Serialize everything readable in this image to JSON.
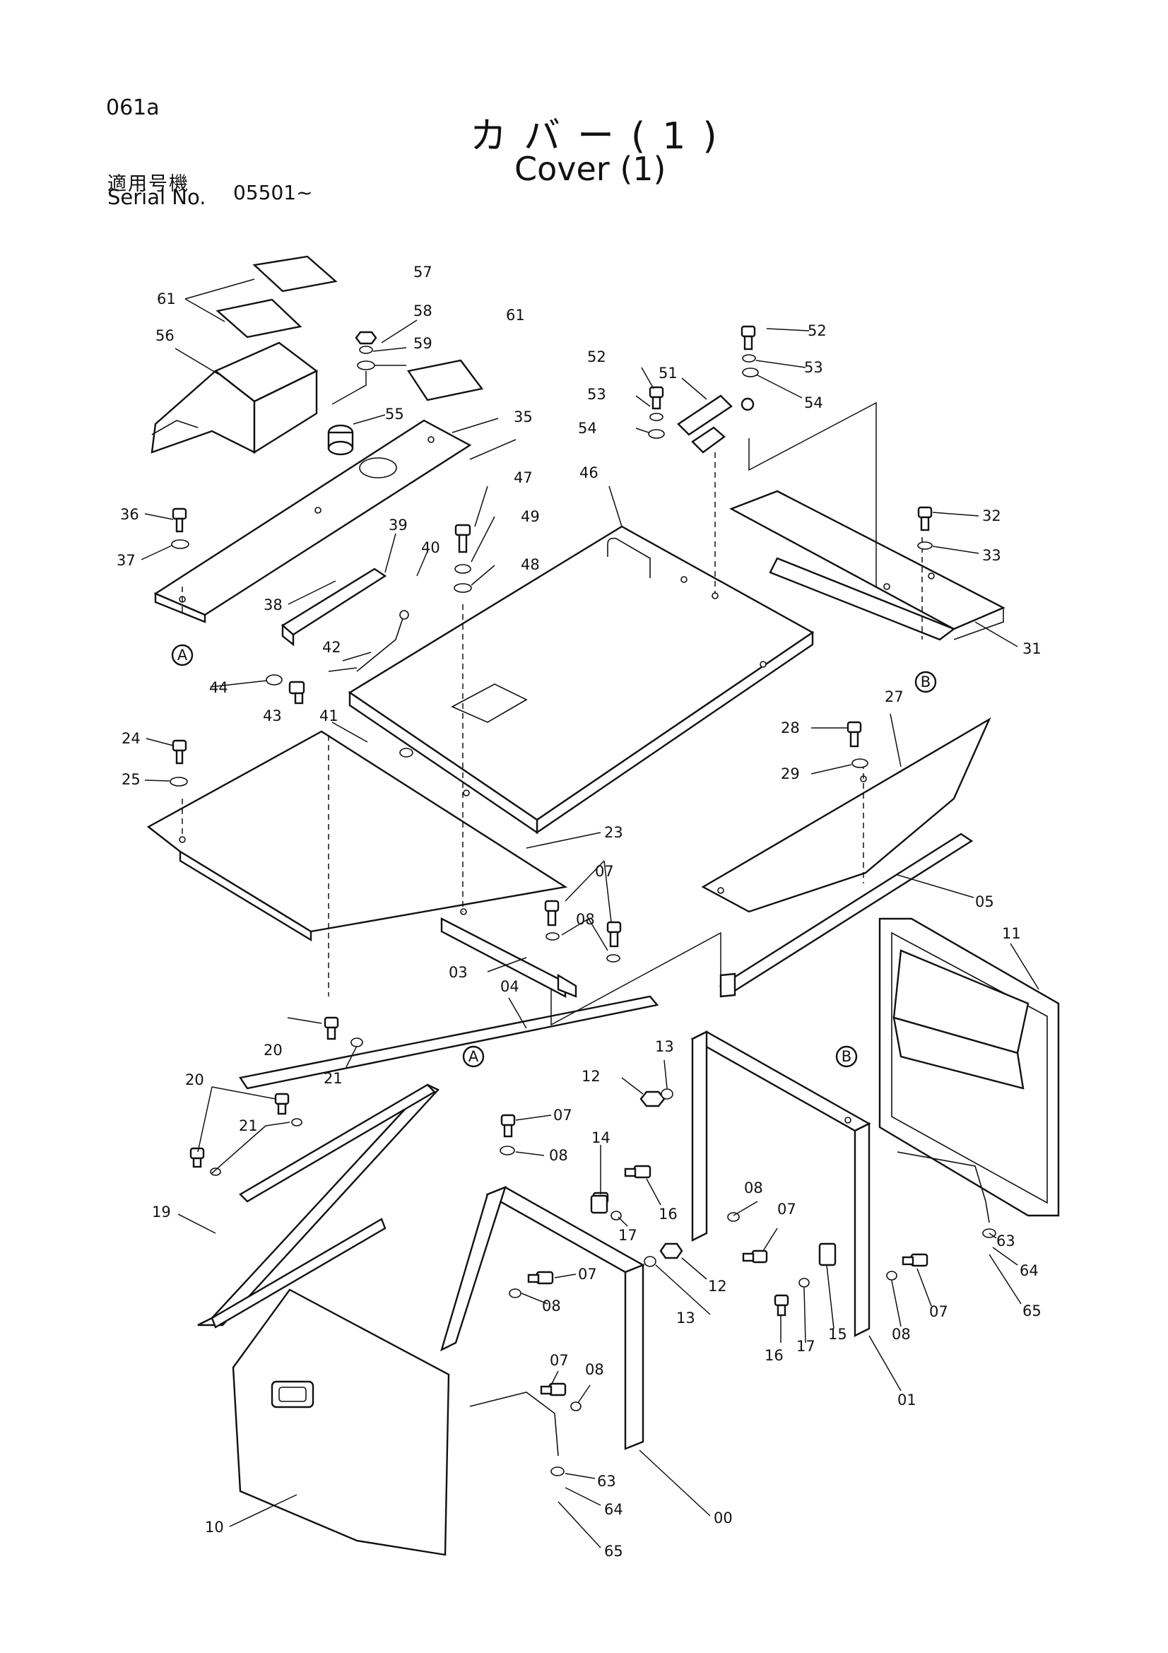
{
  "header": {
    "page_code": "061a",
    "title_jp": "カバー(1)",
    "title_en": "Cover (1)",
    "serial_label_jp": "適用号機",
    "serial_label_en": "Serial No.",
    "serial_value": "05501~"
  },
  "callouts": [
    {
      "id": "c61a",
      "label": "61"
    },
    {
      "id": "c61b",
      "label": "61"
    },
    {
      "id": "c57",
      "label": "57"
    },
    {
      "id": "c58",
      "label": "58"
    },
    {
      "id": "c59",
      "label": "59"
    },
    {
      "id": "c56",
      "label": "56"
    },
    {
      "id": "c55",
      "label": "55"
    },
    {
      "id": "c35",
      "label": "35"
    },
    {
      "id": "c36",
      "label": "36"
    },
    {
      "id": "c37",
      "label": "37"
    },
    {
      "id": "c39",
      "label": "39"
    },
    {
      "id": "c40",
      "label": "40"
    },
    {
      "id": "c38",
      "label": "38"
    },
    {
      "id": "c42",
      "label": "42"
    },
    {
      "id": "c44",
      "label": "44"
    },
    {
      "id": "c43",
      "label": "43"
    },
    {
      "id": "c41",
      "label": "41"
    },
    {
      "id": "c24",
      "label": "24"
    },
    {
      "id": "c25",
      "label": "25"
    },
    {
      "id": "c23",
      "label": "23"
    },
    {
      "id": "c47",
      "label": "47"
    },
    {
      "id": "c49",
      "label": "49"
    },
    {
      "id": "c48",
      "label": "48"
    },
    {
      "id": "c46",
      "label": "46"
    },
    {
      "id": "c52a",
      "label": "52"
    },
    {
      "id": "c53a",
      "label": "53"
    },
    {
      "id": "c54a",
      "label": "54"
    },
    {
      "id": "c51",
      "label": "51"
    },
    {
      "id": "c52b",
      "label": "52"
    },
    {
      "id": "c53b",
      "label": "53"
    },
    {
      "id": "c54b",
      "label": "54"
    },
    {
      "id": "c32",
      "label": "32"
    },
    {
      "id": "c33",
      "label": "33"
    },
    {
      "id": "c31",
      "label": "31"
    },
    {
      "id": "c27",
      "label": "27"
    },
    {
      "id": "c28",
      "label": "28"
    },
    {
      "id": "c29",
      "label": "29"
    },
    {
      "id": "c05",
      "label": "05"
    },
    {
      "id": "c07a",
      "label": "07"
    },
    {
      "id": "c08a",
      "label": "08"
    },
    {
      "id": "c03",
      "label": "03"
    },
    {
      "id": "c04",
      "label": "04"
    },
    {
      "id": "c11",
      "label": "11"
    },
    {
      "id": "c20a",
      "label": "20"
    },
    {
      "id": "c21a",
      "label": "21"
    },
    {
      "id": "c20b",
      "label": "20"
    },
    {
      "id": "c21b",
      "label": "21"
    },
    {
      "id": "c19",
      "label": "19"
    },
    {
      "id": "c13a",
      "label": "13"
    },
    {
      "id": "c12a",
      "label": "12"
    },
    {
      "id": "c07b",
      "label": "07"
    },
    {
      "id": "c08b",
      "label": "08"
    },
    {
      "id": "c14",
      "label": "14"
    },
    {
      "id": "c16a",
      "label": "16"
    },
    {
      "id": "c17a",
      "label": "17"
    },
    {
      "id": "c08c",
      "label": "08"
    },
    {
      "id": "c07c",
      "label": "07"
    },
    {
      "id": "c63a",
      "label": "63"
    },
    {
      "id": "c64a",
      "label": "64"
    },
    {
      "id": "c65a",
      "label": "65"
    },
    {
      "id": "c07d",
      "label": "07"
    },
    {
      "id": "c08d",
      "label": "08"
    },
    {
      "id": "c12b",
      "label": "12"
    },
    {
      "id": "c13b",
      "label": "13"
    },
    {
      "id": "c16b",
      "label": "16"
    },
    {
      "id": "c17b",
      "label": "17"
    },
    {
      "id": "c15",
      "label": "15"
    },
    {
      "id": "c08e",
      "label": "08"
    },
    {
      "id": "c07e",
      "label": "07"
    },
    {
      "id": "c01",
      "label": "01"
    },
    {
      "id": "c07f",
      "label": "07"
    },
    {
      "id": "c08f",
      "label": "08"
    },
    {
      "id": "c63b",
      "label": "63"
    },
    {
      "id": "c64b",
      "label": "64"
    },
    {
      "id": "c65b",
      "label": "65"
    },
    {
      "id": "c10",
      "label": "10"
    },
    {
      "id": "c00",
      "label": "00"
    }
  ],
  "refs": [
    {
      "id": "ref-a1",
      "label": "A"
    },
    {
      "id": "ref-b1",
      "label": "B"
    },
    {
      "id": "ref-a2",
      "label": "A"
    },
    {
      "id": "ref-b2",
      "label": "B"
    }
  ]
}
